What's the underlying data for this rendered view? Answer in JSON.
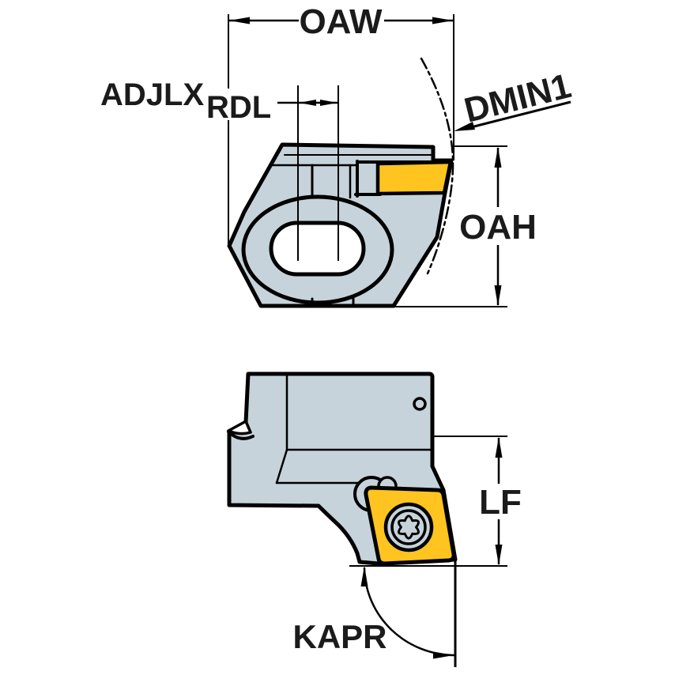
{
  "labels": {
    "oaw": "OAW",
    "adjlx": "ADJLX",
    "rdl": "RDL",
    "dmin1": "DMIN1",
    "oah": "OAH",
    "lf": "LF",
    "kapr": "KAPR"
  },
  "colors": {
    "body": "#c6d3da",
    "insert": "#ffc41f",
    "line": "#000000",
    "background": "#ffffff"
  }
}
